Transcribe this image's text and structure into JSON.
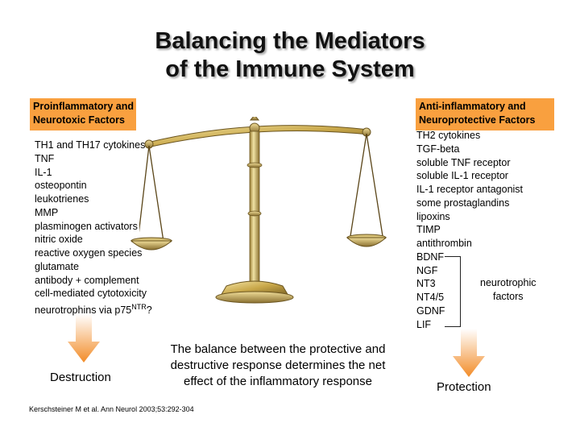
{
  "title": {
    "line1": "Balancing the Mediators",
    "line2": "of the Immune System"
  },
  "left_panel": {
    "header_line1": "Proinflammatory and",
    "header_line2": "Neurotoxic Factors",
    "items": [
      "TH1 and TH17 cytokines",
      "TNF",
      "IL-1",
      "osteopontin",
      "leukotrienes",
      "MMP",
      "plasminogen activators",
      "nitric oxide",
      "reactive oxygen species",
      "glutamate",
      "antibody + complement",
      "cell-mediated cytotoxicity",
      "neurotrophins via p75NTR?"
    ],
    "outcome": "Destruction"
  },
  "right_panel": {
    "header_line1": "Anti-inflammatory and",
    "header_line2": "Neuroprotective Factors",
    "items": [
      "TH2 cytokines",
      "TGF-beta",
      "soluble TNF receptor",
      "soluble IL-1 receptor",
      "IL-1 receptor antagonist",
      "some prostaglandins",
      "lipoxins",
      "TIMP",
      "antithrombin",
      "BDNF",
      "NGF",
      "NT3",
      "NT4/5",
      "GDNF",
      "LIF"
    ],
    "bracket_label_line1": "neurotrophic",
    "bracket_label_line2": "factors",
    "outcome": "Protection"
  },
  "center_text": {
    "line1": "The balance between the protective and",
    "line2": "destructive response determines the net",
    "line3": "effect of the inflammatory response"
  },
  "citation": "Kerschsteiner M et al. Ann Neurol 2003;53:292-304",
  "colors": {
    "label_box": "#f9a03f",
    "arrow_top": "#ffffff",
    "arrow_bottom": "#f28c28",
    "scale_gold": "#c9a84a"
  },
  "icons": {
    "scale": "balance-scale-icon",
    "arrow": "down-arrow-icon"
  }
}
